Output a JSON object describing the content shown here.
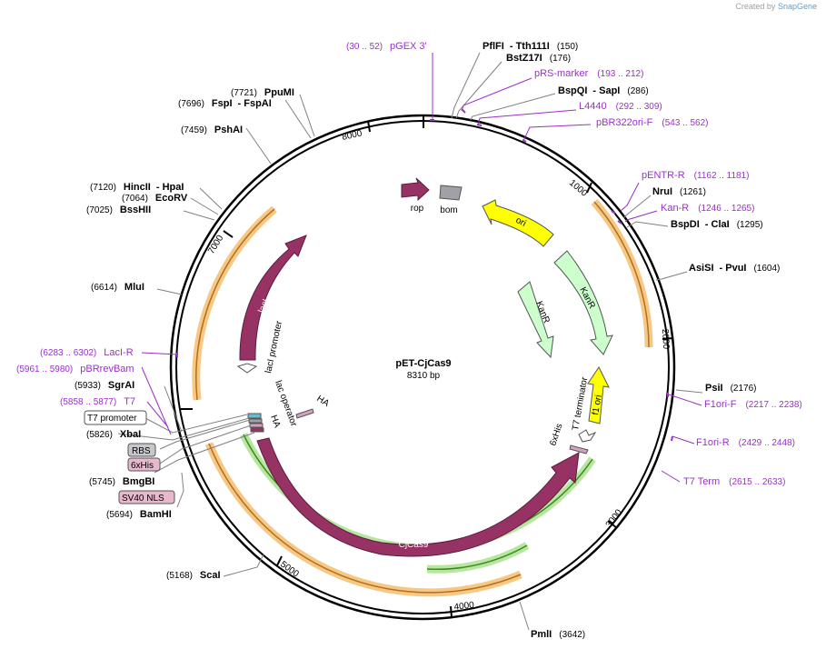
{
  "watermark": {
    "prefix": "Created by",
    "brand": "SnapGene"
  },
  "plasmid": {
    "name": "pET-CjCas9",
    "size_label": "8310 bp"
  },
  "enzymes": [
    {
      "name": "PflFI",
      "suffix": "- Tth111I",
      "pos": "(150)"
    },
    {
      "name": "BstZ17I",
      "suffix": "",
      "pos": "(176)"
    },
    {
      "name": "BspQI",
      "suffix": "- SapI",
      "pos": "(286)"
    },
    {
      "name": "NruI",
      "suffix": "",
      "pos": "(1261)"
    },
    {
      "name": "BspDI",
      "suffix": "- ClaI",
      "pos": "(1295)"
    },
    {
      "name": "AsiSI",
      "suffix": "- PvuI",
      "pos": "(1604)"
    },
    {
      "name": "PsiI",
      "suffix": "",
      "pos": "(2176)"
    },
    {
      "name": "PmlI",
      "suffix": "",
      "pos": "(3642)"
    },
    {
      "name": "ScaI",
      "suffix": "",
      "pos": "(5168)"
    },
    {
      "name": "BamHI",
      "suffix": "",
      "pos": "(5694)"
    },
    {
      "name": "BmgBI",
      "suffix": "",
      "pos": "(5745)"
    },
    {
      "name": "XbaI",
      "suffix": "",
      "pos": "(5826)"
    },
    {
      "name": "SgrAI",
      "suffix": "",
      "pos": "(5933)"
    },
    {
      "name": "MluI",
      "suffix": "",
      "pos": "(6614)"
    },
    {
      "name": "BssHII",
      "suffix": "",
      "pos": "(7025)"
    },
    {
      "name": "EcoRV",
      "suffix": "",
      "pos": "(7064)"
    },
    {
      "name": "HincII",
      "suffix": "- HpaI",
      "pos": "(7120)"
    },
    {
      "name": "PshAI",
      "suffix": "",
      "pos": "(7459)"
    },
    {
      "name": "FspI",
      "suffix": "- FspAI",
      "pos": "(7696)"
    },
    {
      "name": "PpuMI",
      "suffix": "",
      "pos": "(7721)"
    }
  ],
  "primers": [
    {
      "name": "pGEX 3'",
      "pos": "(30 .. 52)"
    },
    {
      "name": "pRS-marker",
      "pos": "(193 .. 212)"
    },
    {
      "name": "L4440",
      "pos": "(292 .. 309)"
    },
    {
      "name": "pBR322ori-F",
      "pos": "(543 .. 562)"
    },
    {
      "name": "pENTR-R",
      "pos": "(1162 .. 1181)"
    },
    {
      "name": "Kan-R",
      "pos": "(1246 .. 1265)"
    },
    {
      "name": "F1ori-F",
      "pos": "(2217 .. 2238)"
    },
    {
      "name": "F1ori-R",
      "pos": "(2429 .. 2448)"
    },
    {
      "name": "T7 Term",
      "pos": "(2615 .. 2633)"
    },
    {
      "name": "T7",
      "pos": "(5858 .. 5877)"
    },
    {
      "name": "pBRrevBam",
      "pos": "(5961 .. 5980)"
    },
    {
      "name": "LacI-R",
      "pos": "(6283 .. 6302)"
    }
  ],
  "boxed_features": [
    "T7 promoter",
    "RBS",
    "6xHis",
    "SV40 NLS"
  ],
  "features": {
    "rop": "rop",
    "bom": "bom",
    "ori": "ori",
    "kanr1": "KanR",
    "kanr2": "KanR",
    "f1ori": "f1 ori",
    "t7term": "T7 terminator",
    "sixhis": "6xHis",
    "laci": "lacI",
    "laci_promoter": "lacI promoter",
    "lac_operator": "lac operator",
    "ha1": "HA",
    "ha2": "HA",
    "cjcas9": "CjCas9"
  },
  "ticks": [
    "1000",
    "2000",
    "3000",
    "4000",
    "5000",
    "7000",
    "8000"
  ],
  "colors": {
    "feature": "#963264",
    "ori": "#ffff00",
    "kanr": "#ccffcc",
    "bom": "#a0a0a8",
    "primer": "#9b30c8",
    "orf_orange": "#f7c884",
    "orf_green": "#b8e6a0"
  }
}
